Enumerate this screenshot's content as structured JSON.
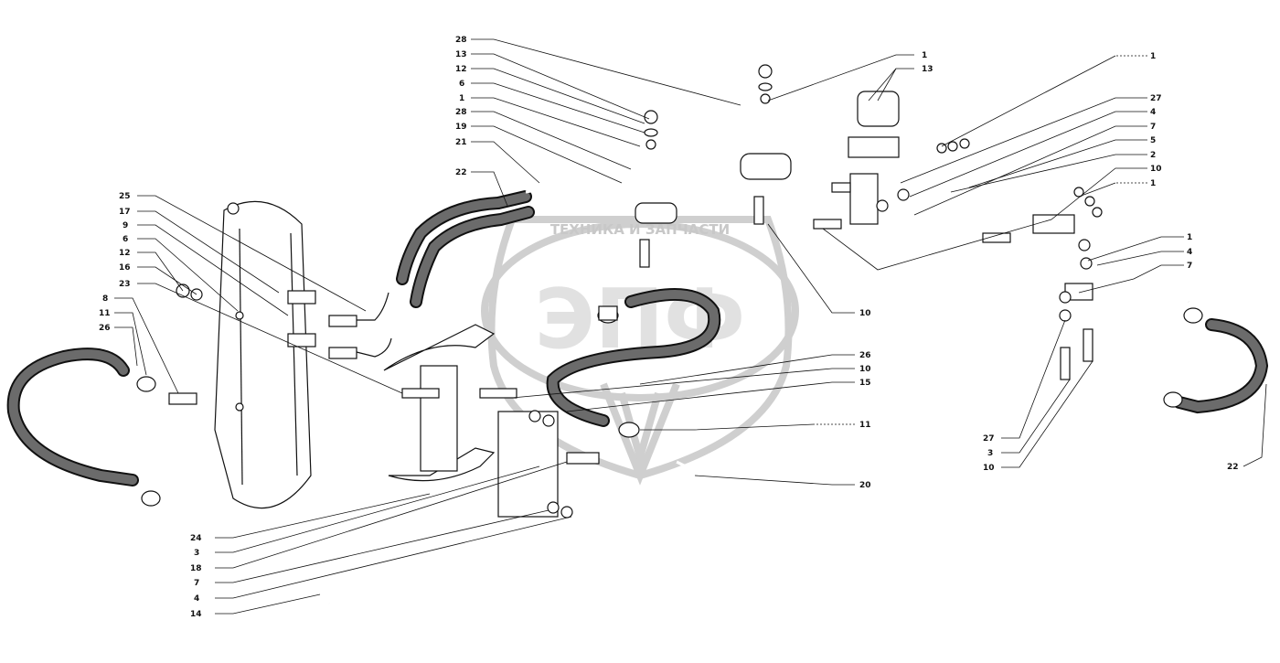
{
  "watermark": {
    "banner": "ТЕХНИКА И ЗАПЧАСТИ",
    "logo": "ЭПФ"
  },
  "callouts": {
    "top_left": [
      "28",
      "13",
      "12",
      "6",
      "1",
      "28",
      "19",
      "21",
      "22"
    ],
    "left": [
      "25",
      "17",
      "9",
      "6",
      "12",
      "16",
      "23",
      "8",
      "11",
      "26"
    ],
    "bottom_left": [
      "24",
      "3",
      "18",
      "7",
      "4",
      "14"
    ],
    "top_right_a": [
      "1",
      "13"
    ],
    "top_right_b": [
      "1",
      "27",
      "4",
      "7",
      "5",
      "2",
      "10",
      "1"
    ],
    "right_mid": [
      "1",
      "4",
      "7"
    ],
    "center": [
      "10",
      "26",
      "10",
      "15",
      "11",
      "20"
    ],
    "bottom_right": [
      "27",
      "3",
      "10"
    ],
    "far_right": [
      "22"
    ]
  }
}
